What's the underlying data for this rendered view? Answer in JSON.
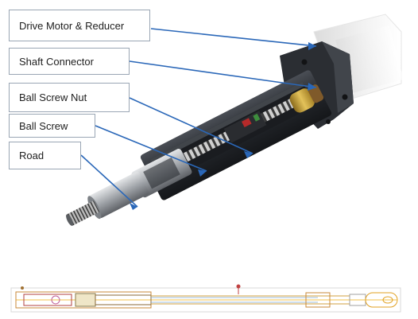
{
  "labels": {
    "drive_motor": "Drive Motor & Reducer",
    "shaft_connector": "Shaft Connector",
    "ball_screw_nut": "Ball Screw Nut",
    "ball_screw": "Ball Screw",
    "road": "Road"
  },
  "colors": {
    "leader_line": "#2a67b8",
    "callout_border": "#9aa6b4",
    "housing": "#2c2f35",
    "rod": "#9fa3a8",
    "nut": "#c9a437",
    "screw": "#d9d9d9"
  }
}
